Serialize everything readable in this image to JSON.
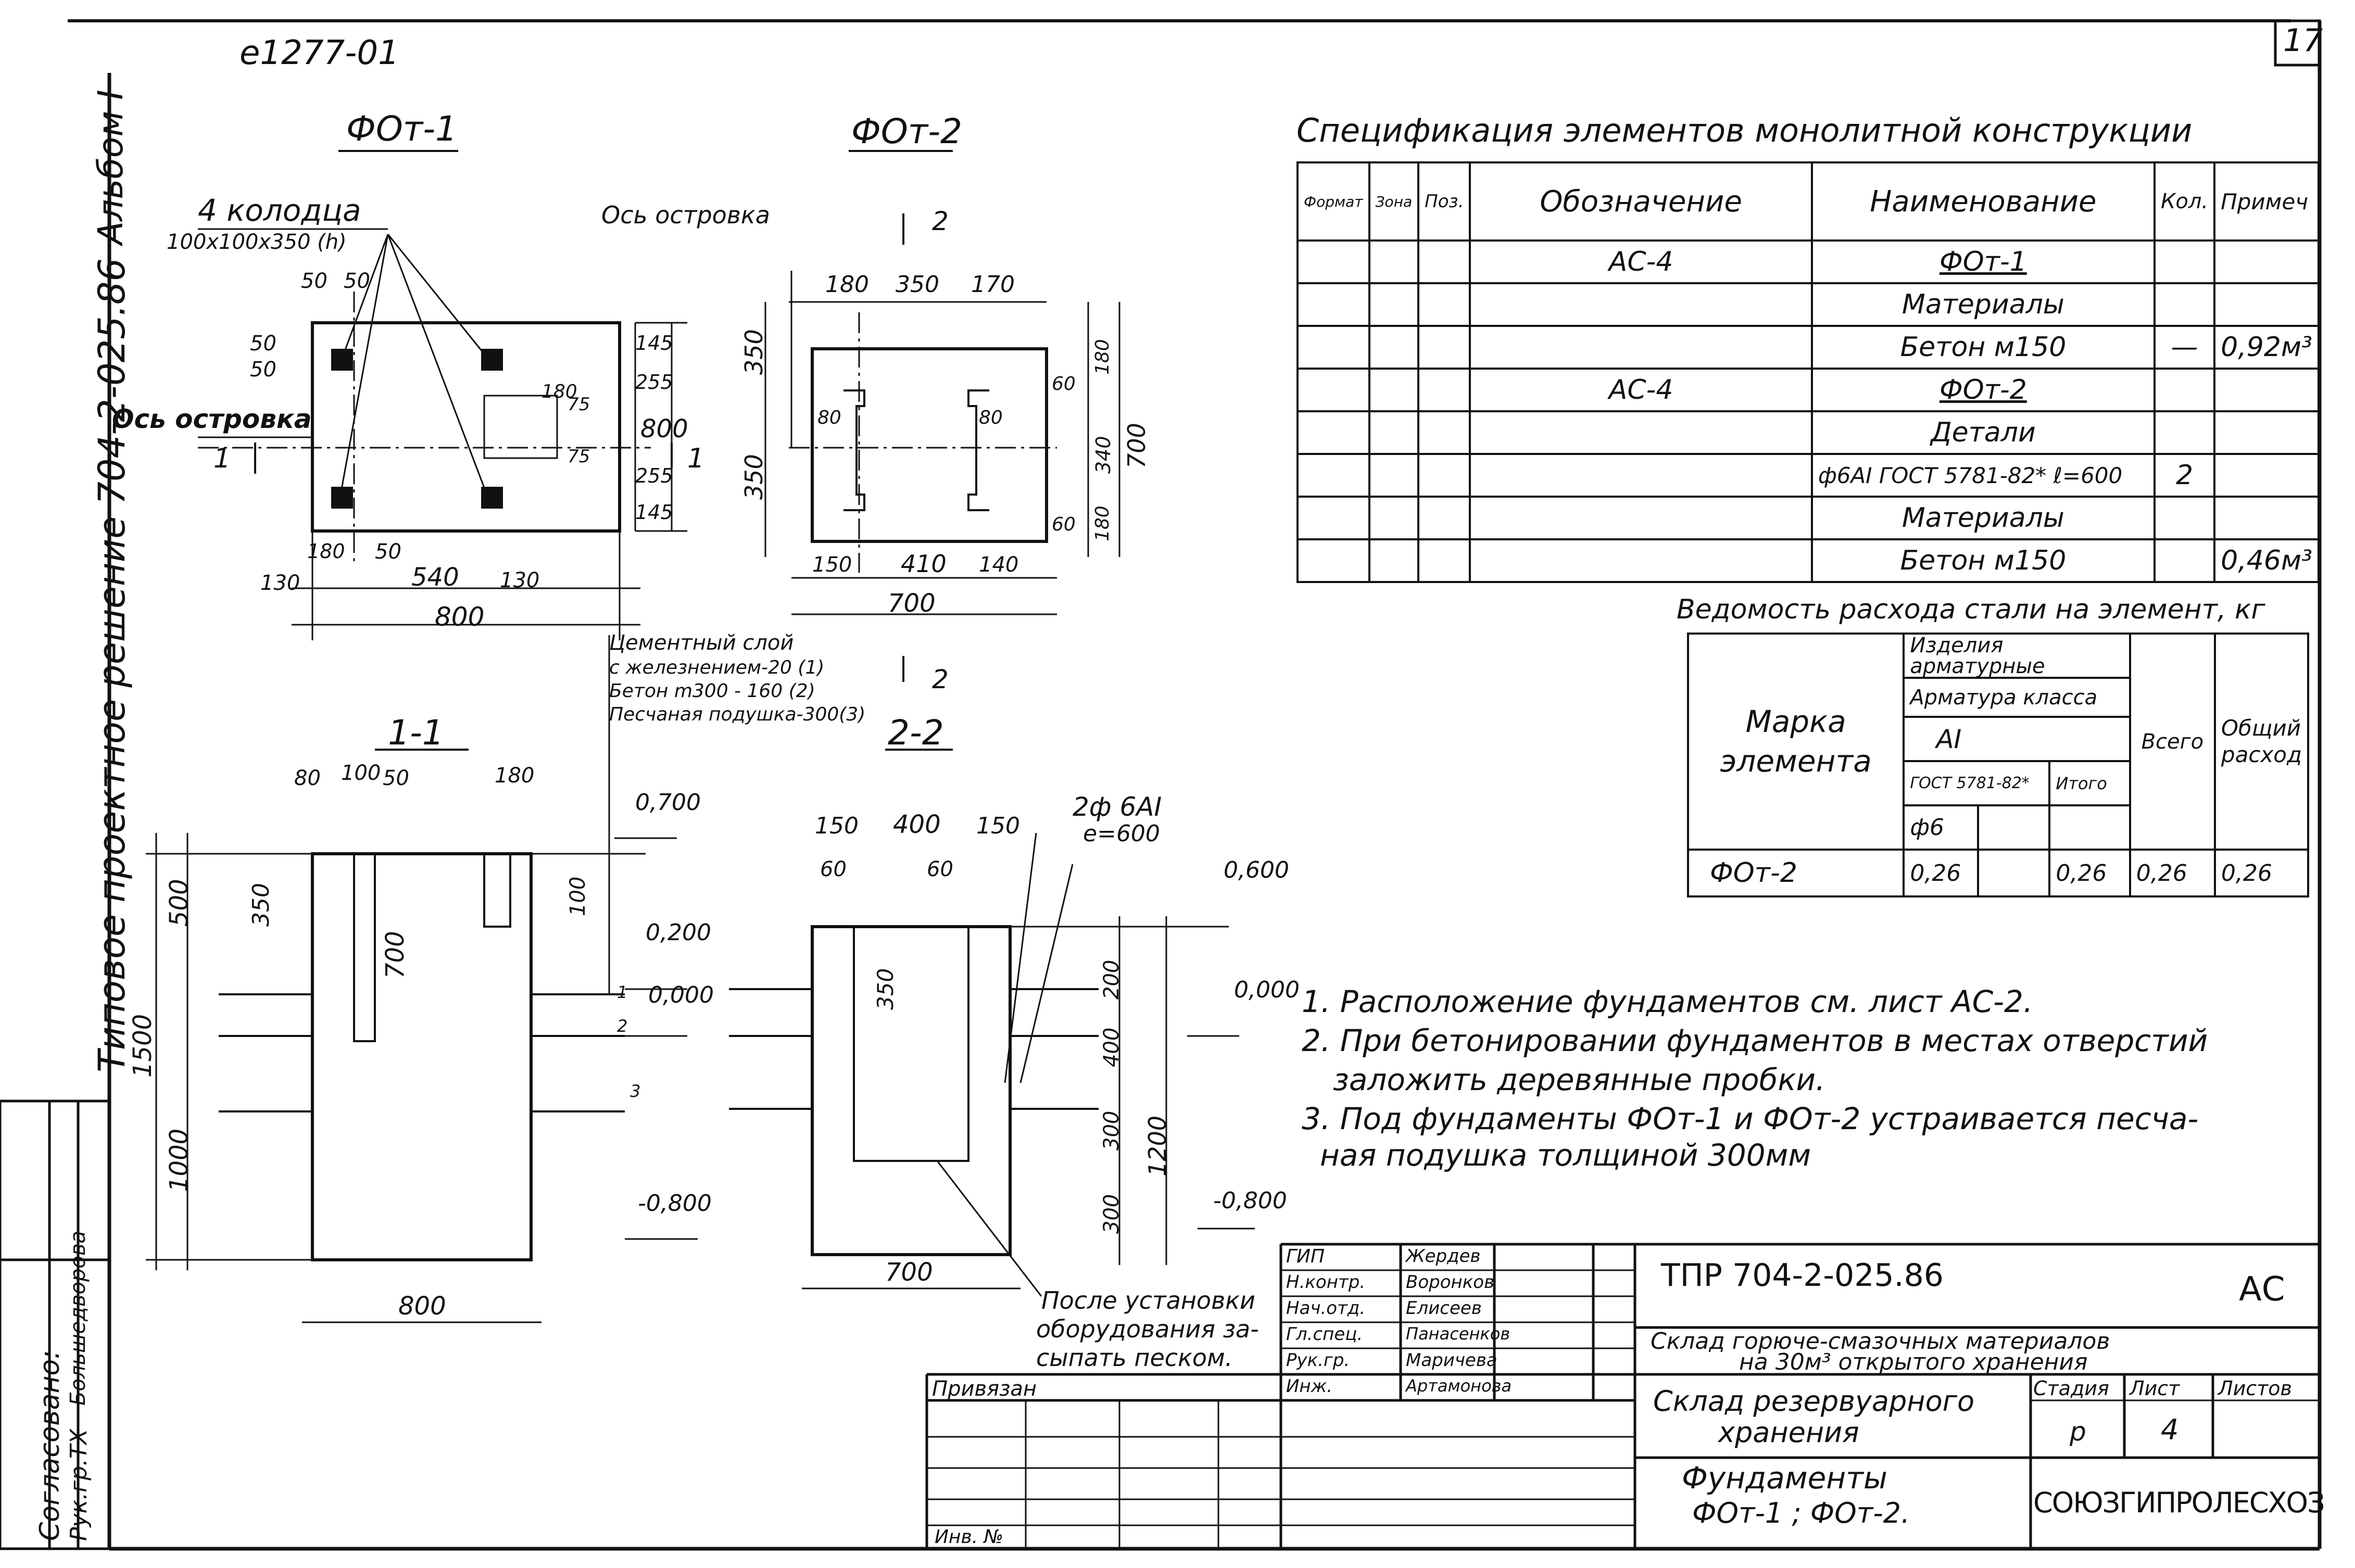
{
  "header": {
    "doc_number": "е1277-01",
    "sheet_number": "17"
  },
  "left_margin": {
    "album": "Альбом I",
    "series": "Типовое проектное решение 704-2-025.86"
  },
  "approval_box": {
    "agreed_label": "Согласовано:",
    "head_label": "Рук.гр.ТХ",
    "head_name": "Большедворова"
  },
  "views": {
    "plan1_title": "ФОт-1",
    "plan2_title": "ФОт-2",
    "section1_title": "1-1",
    "section2_title": "2-2",
    "wells_label_1": "4 колодца",
    "wells_label_2": "100х100х350 (h)",
    "axis_label": "Ось островка",
    "cut_mark": "1",
    "cut_mark_2": "2",
    "layers_1": "Цементный слой",
    "layers_2": "с железнением-20 (1)",
    "layers_3": "Бетон m300 - 160 (2)",
    "layers_4": "Песчаная подушка-300(3)",
    "after_install_1": "После установки",
    "after_install_2": "оборудования за-",
    "after_install_3": "сыпать песком.",
    "rebar_1": "2ф 6АI",
    "rebar_2": "е=600",
    "layer_num_1": "1",
    "layer_num_2": "2",
    "layer_num_3": "3"
  },
  "dims": {
    "p1_50a": "50",
    "p1_50b": "50",
    "p1_50c": "50",
    "p1_50d": "50",
    "p1_145a": "145",
    "p1_255a": "255",
    "p1_75a": "75",
    "p1_75b": "75",
    "p1_255b": "255",
    "p1_145b": "145",
    "p1_180a": "180",
    "p1_180b": "180",
    "p1_800v": "800",
    "p1_130a": "130",
    "p1_540": "540",
    "p1_130b": "130",
    "p1_800h": "800",
    "p1_50e": "50",
    "p2_180": "180",
    "p2_350": "350",
    "p2_170": "170",
    "p2_350a": "350",
    "p2_350b": "350",
    "p2_80a": "80",
    "p2_80b": "80",
    "p2_60a": "60",
    "p2_180a": "180",
    "p2_340": "340",
    "p2_60b": "60",
    "p2_180b": "180",
    "p2_700v": "700",
    "p2_150": "150",
    "p2_410": "410",
    "p2_140": "140",
    "p2_700h": "700",
    "s1_80": "80",
    "s1_100": "100",
    "s1_50": "50",
    "s1_180": "180",
    "s1_500": "500",
    "s1_350": "350",
    "s1_700": "700",
    "s1_100b": "100",
    "s1_1500": "1500",
    "s1_1000": "1000",
    "s1_800": "800",
    "s1_lvl1": "0,700",
    "s1_lvl2": "0,200",
    "s1_lvl3": "0,000",
    "s1_lvl4": "-0,800",
    "s2_150a": "150",
    "s2_400": "400",
    "s2_150b": "150",
    "s2_60a": "60",
    "s2_60b": "60",
    "s2_350": "350",
    "s2_200": "200",
    "s2_400v": "400",
    "s2_300a": "300",
    "s2_300b": "300",
    "s2_1200": "1200",
    "s2_700": "700",
    "s2_lvl1": "0,600",
    "s2_lvl2": "0,000",
    "s2_lvl3": "-0,800"
  },
  "spec": {
    "title": "Спецификация элементов монолитной конструкции",
    "headers": [
      "Формат",
      "Зона",
      "Поз.",
      "Обозначение",
      "Наименование",
      "Кол.",
      "Примеч"
    ],
    "rows": [
      [
        "",
        "",
        "",
        "АС-4",
        "ФОт-1",
        "",
        ""
      ],
      [
        "",
        "",
        "",
        "",
        "Материалы",
        "",
        ""
      ],
      [
        "",
        "",
        "",
        "",
        "Бетон м150",
        "—",
        "0,92м³"
      ],
      [
        "",
        "",
        "",
        "АС-4",
        "ФОт-2",
        "",
        ""
      ],
      [
        "",
        "",
        "",
        "",
        "Детали",
        "",
        ""
      ],
      [
        "",
        "",
        "",
        "",
        "ф6АI ГОСТ 5781-82* ℓ=600",
        "2",
        ""
      ],
      [
        "",
        "",
        "",
        "",
        "Материалы",
        "",
        ""
      ],
      [
        "",
        "",
        "",
        "",
        "Бетон м150",
        "",
        "0,46м³"
      ]
    ]
  },
  "steel": {
    "title": "Ведомость расхода стали на элемент, кг",
    "h_products": "Изделия арматурные",
    "h_rebar": "Арматура класса",
    "h_class": "АI",
    "h_gost": "ГОСТ 5781-82*",
    "h_total_sub": "Итого",
    "h_dia": "ф6",
    "h_all": "Всего",
    "h_general": "Общий расход",
    "h_mark": "Марка элемента",
    "row": [
      "ФОт-2",
      "0,26",
      "",
      "0,26",
      "0,26",
      "0,26"
    ]
  },
  "notes": [
    "1. Расположение фундаментов см. лист  АС-2.",
    "2. При бетонировании фундаментов в местах отверстий",
    "заложить деревянные пробки.",
    "3. Под фундаменты ФОт-1 и ФОт-2 устраивается песча-",
    "ная  подушка  толщиной 300мм"
  ],
  "title_block": {
    "roles": [
      "ГИП",
      "Н.контр.",
      "Нач.отд.",
      "Гл.спец.",
      "Рук.гр.",
      "Инж."
    ],
    "names": [
      "Жердев",
      "Воронков",
      "Елисеев",
      "Панасенков",
      "Маричева",
      "Артамонова"
    ],
    "code": "ТПР 704-2-025.86",
    "mark": "АС",
    "project_1": "Склад горюче-смазочных материалов",
    "project_2": "на 30м³ открытого хранения",
    "building_1": "Склад резервуарного",
    "building_2": "хранения",
    "sheet_title_1": "Фундаменты",
    "sheet_title_2": "ФОт-1 ; ФОт-2.",
    "stage_label": "Стадия",
    "sheet_label": "Лист",
    "sheets_label": "Листов",
    "stage": "р",
    "sheet": "4",
    "sheets": "",
    "org": "СОЮЗГИПРОЛЕСХОЗ",
    "linked": "Привязан",
    "inv": "Инв. №"
  }
}
